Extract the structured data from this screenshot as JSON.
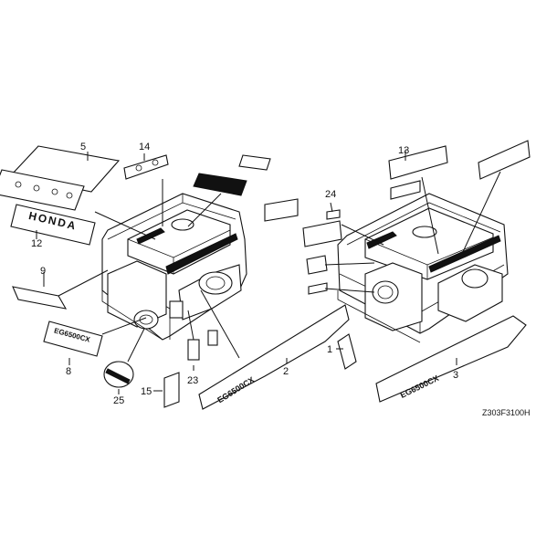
{
  "diagram": {
    "callouts": [
      "1",
      "2",
      "3",
      "5",
      "8",
      "9",
      "12",
      "13",
      "14",
      "15",
      "23",
      "24",
      "25"
    ],
    "drawing_code": "Z303F3100H",
    "decal_texts": {
      "brand": "HONDA",
      "model": "EG6500CX"
    }
  }
}
